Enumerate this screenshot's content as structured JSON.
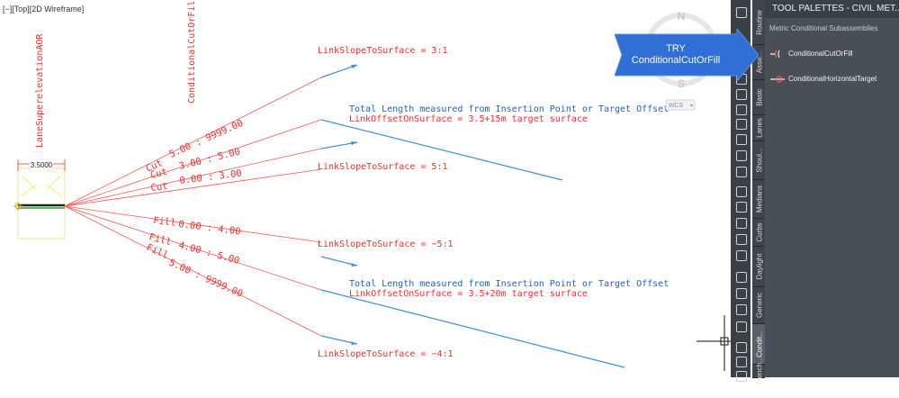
{
  "viewport": {
    "label": "[−][Top][2D Wireframe]"
  },
  "drawing": {
    "dimension": "3.5000",
    "title_superelevation": "LaneSuperelevationAOR",
    "title_cutfill": "ConditionalCutOrFill",
    "cut_labels": [
      {
        "kind": "Cut",
        "range": "5.00 : 9999.00"
      },
      {
        "kind": "Cut",
        "range": "3.00 : 5.00"
      },
      {
        "kind": "Cut",
        "range": "0.00 : 3.00"
      }
    ],
    "fill_labels": [
      {
        "kind": "Fill",
        "range": "0.00 : 4.00"
      },
      {
        "kind": "Fill",
        "range": "4.00 : 5.00"
      },
      {
        "kind": "Fill",
        "range": "5.00 : 9999.00"
      }
    ],
    "slope_labels": [
      "LinkSlopeToSurface = 3:1",
      "LinkSlopeToSurface = 5:1",
      "LinkSlopeToSurface = −5:1",
      "LinkSlopeToSurface = −4:1"
    ],
    "offset_groups": [
      {
        "note": "Total Length measured from Insertion Point or Target Offset",
        "value": "LinkOffsetOnSurface = 3.5+15m target surface"
      },
      {
        "note": "Total Length measured from Insertion Point or Target Offset",
        "value": "LinkOffsetOnSurface = 3.5+20m target surface"
      }
    ]
  },
  "viewcube": {
    "north": "N",
    "south": "S",
    "wcs": "WCS"
  },
  "callout": {
    "line1": "TRY",
    "line2": "ConditionalCutOrFill"
  },
  "palette": {
    "title": "TOOL PALETTES - CIVIL MET...",
    "subtitle": "Metric Conditional Subassemblies",
    "items": [
      {
        "label": "ConditionalCutOrFill",
        "icon": "cut-fill-icon"
      },
      {
        "label": "ConditionalHorizontalTarget",
        "icon": "horizontal-target-icon"
      }
    ],
    "tabs": [
      "Routine",
      "Asse...",
      "Basic",
      "Lanes",
      "Shoul...",
      "Medians",
      "Curbs",
      "Daylight",
      "Generic",
      "Condit...",
      "Trench..."
    ],
    "active_tab": "Condit..."
  },
  "colors": {
    "red": "#ff2a2a",
    "blue": "#1c5fd8",
    "link": "#3a8ee6",
    "palette_bg": "#4a4f56",
    "callout": "#2f6fd6"
  }
}
